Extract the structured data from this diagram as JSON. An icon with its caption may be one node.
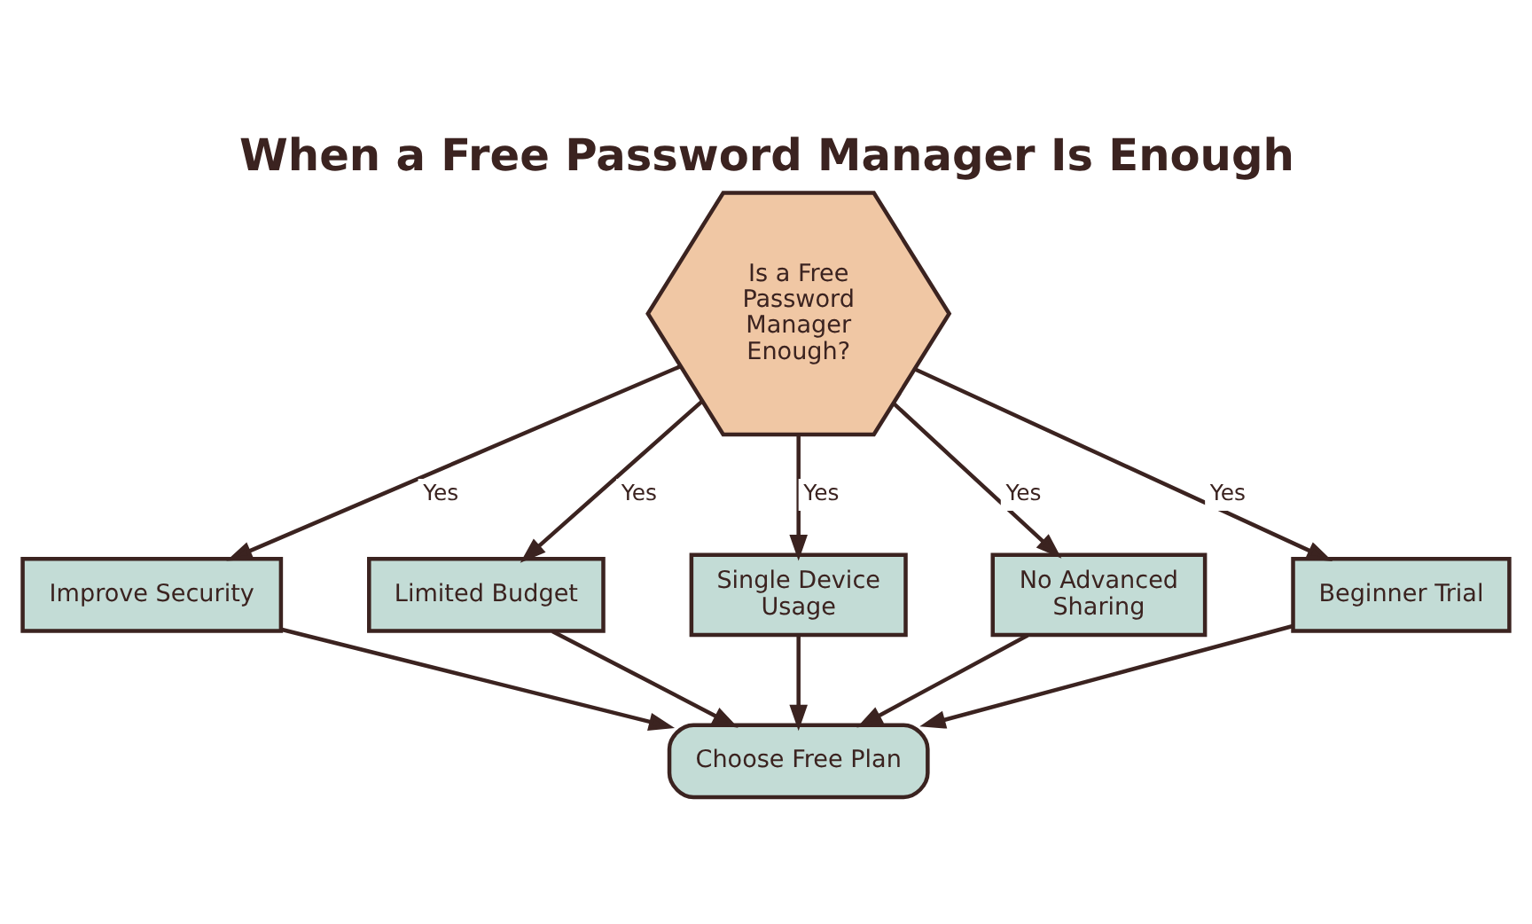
{
  "diagram": {
    "title": "When a Free Password Manager Is Enough",
    "nodes": [
      {
        "text": [
          "Is a Free Password Manager Enough?"
        ]
      },
      {
        "text": [
          "Improve Security"
        ]
      },
      {
        "text": [
          "Limited Budget"
        ]
      },
      {
        "text": [
          "Single Device Usage"
        ]
      },
      {
        "text": [
          "No Advanced Sharing"
        ]
      },
      {
        "text": [
          "Beginner Trial"
        ]
      },
      {
        "text": [
          "Choose Free Plan"
        ]
      }
    ],
    "edges": [
      {
        "from": 0,
        "to": 1,
        "arrow": "to",
        "label": "Yes"
      },
      {
        "from": 0,
        "to": 2,
        "arrow": "to",
        "label": "Yes"
      },
      {
        "from": 0,
        "to": 3,
        "arrow": "to",
        "label": "Yes"
      },
      {
        "from": 0,
        "to": 4,
        "arrow": "to",
        "label": "Yes"
      },
      {
        "from": 0,
        "to": 5,
        "arrow": "to",
        "label": "Yes"
      },
      {
        "from": 1,
        "to": 6,
        "arrow": "to"
      },
      {
        "from": 2,
        "to": 6,
        "arrow": "to"
      },
      {
        "from": 3,
        "to": 6,
        "arrow": "to"
      },
      {
        "from": 4,
        "to": 6,
        "arrow": "to"
      },
      {
        "from": 5,
        "to": 6,
        "arrow": "to"
      }
    ]
  }
}
